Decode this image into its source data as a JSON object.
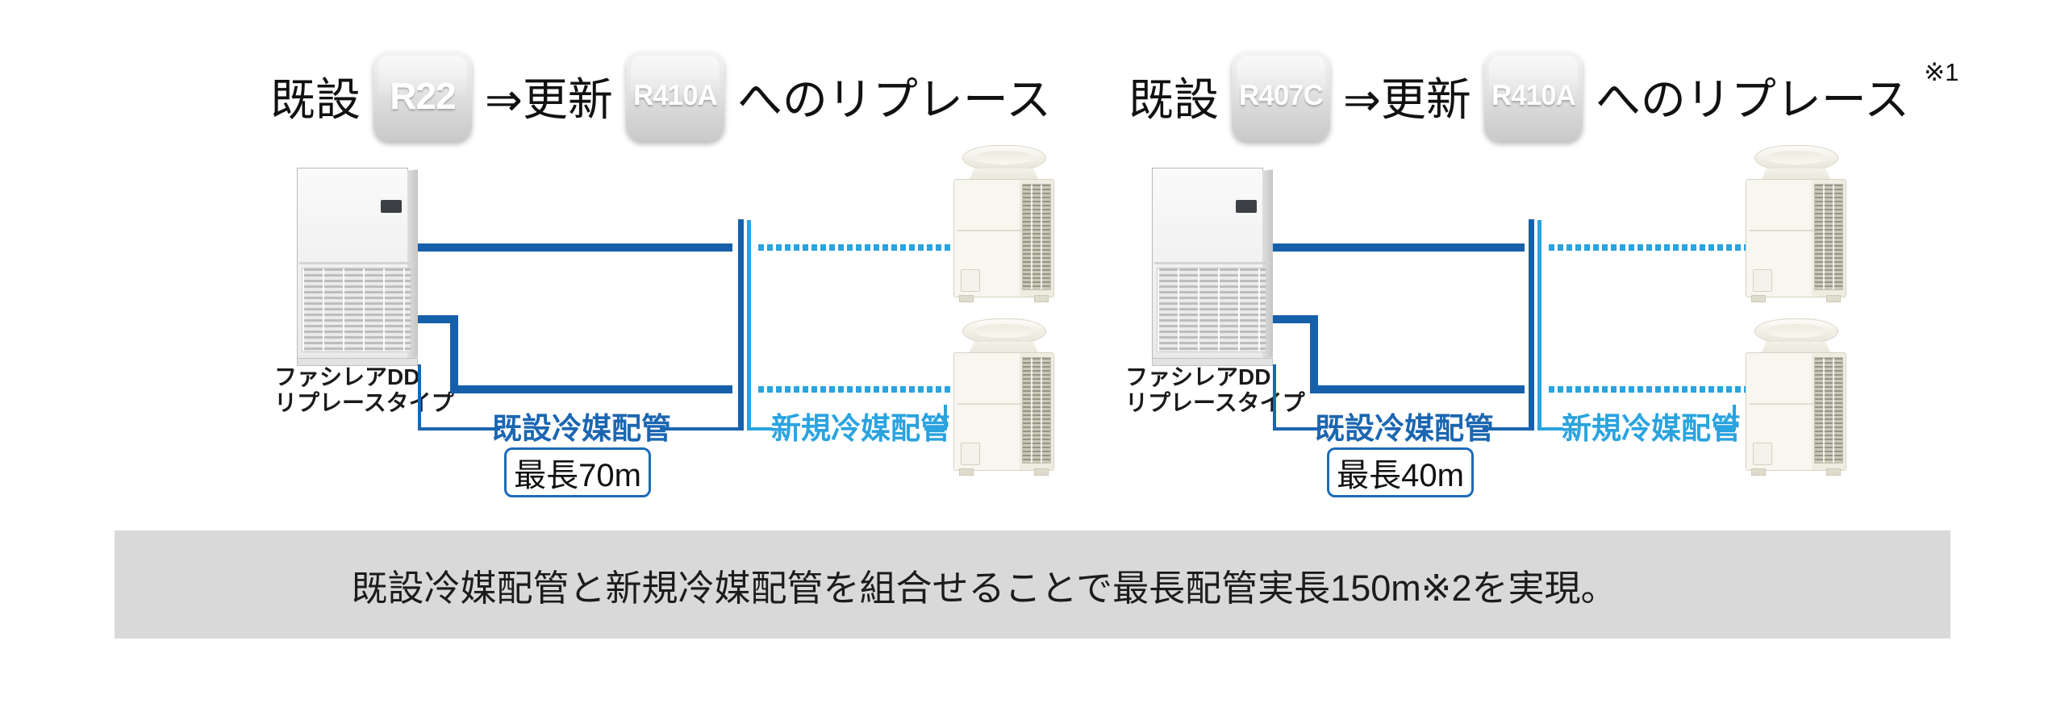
{
  "diagrams": [
    {
      "header": {
        "prefix": "既設",
        "old_refrigerant": "R22",
        "arrow": "⇒更新",
        "new_refrigerant": "R410A",
        "suffix": "へのリプレース",
        "superscript": ""
      },
      "indoor_unit": {
        "label_line1": "ファシレアDD",
        "label_line2": "リプレースタイプ"
      },
      "existing_pipe": {
        "label": "既設冷媒配管",
        "max_length": "最長70m"
      },
      "new_pipe": {
        "label": "新規冷媒配管"
      }
    },
    {
      "header": {
        "prefix": "既設",
        "old_refrigerant": "R407C",
        "arrow": "⇒更新",
        "new_refrigerant": "R410A",
        "suffix": "へのリプレース",
        "superscript": "※1"
      },
      "indoor_unit": {
        "label_line1": "ファシレアDD",
        "label_line2": "リプレースタイプ"
      },
      "existing_pipe": {
        "label": "既設冷媒配管",
        "max_length": "最長40m"
      },
      "new_pipe": {
        "label": "新規冷媒配管"
      }
    }
  ],
  "footer": {
    "text": "既設冷媒配管と新規冷媒配管を組合せることで最長配管実長150m※2を実現。"
  },
  "colors": {
    "existing_pipe": "#1660ab",
    "existing_bracket_text": "#1b66b1",
    "new_pipe": "#2aa3df",
    "max_length_box_border": "#1c6bb8",
    "badge_r22": [
      "#b7dda0",
      "#4aa84e"
    ],
    "badge_r407c": [
      "#f3b662",
      "#cf7300"
    ],
    "badge_r410a": [
      "#f6bcda",
      "#d64496"
    ],
    "footer_bg": "#d9d9d9"
  }
}
